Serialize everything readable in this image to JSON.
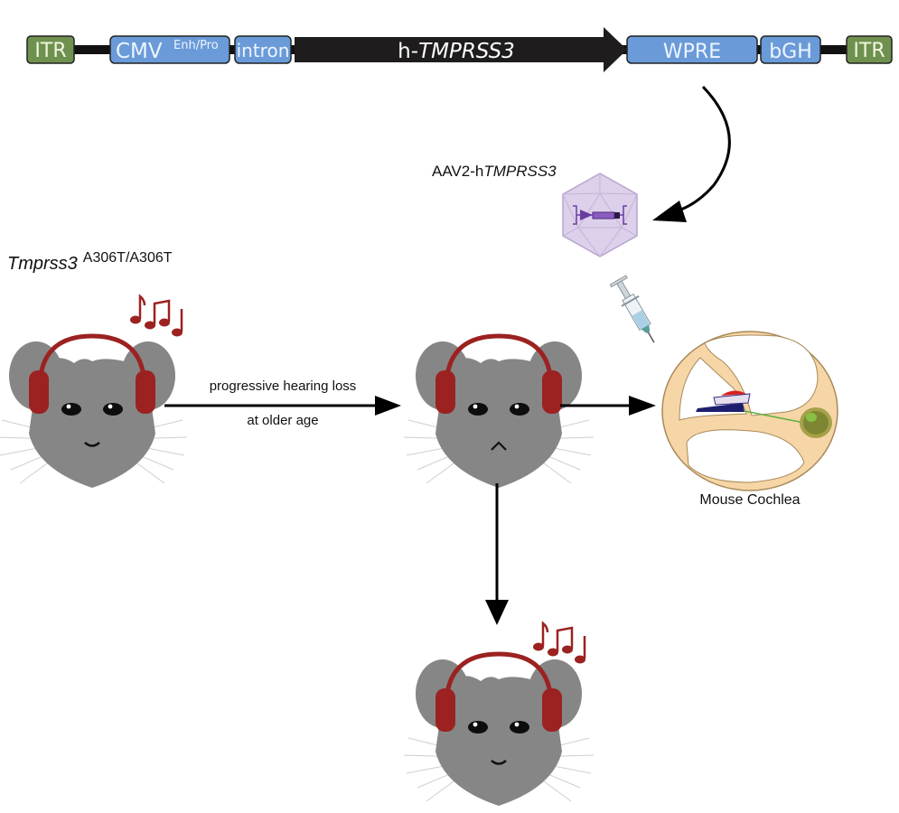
{
  "colors": {
    "itr": "#6f9150",
    "element": "#6a9bd8",
    "gene": "#1e1c1c",
    "mouse": "#868686",
    "headphones": "#9b2221",
    "notes": "#9b2221",
    "capsid": "#dcd0ea",
    "cochlea": "#f6d6a6",
    "arrow": "#000000"
  },
  "construct": {
    "left_itr": "ITR",
    "promoter": "CMV",
    "promoter_sup": "Enh/Pro",
    "intron": "intron",
    "gene_prefix": "h-",
    "gene_name": "TMPRSS3",
    "wpre": "WPRE",
    "polyA": "bGH",
    "right_itr": "ITR"
  },
  "vector": {
    "prefix": "AAV2-h",
    "gene": "TMPRSS3"
  },
  "genotype": {
    "gene": "Tmprss3",
    "allele": "A306T/A306T"
  },
  "transition": {
    "line1": "progressive hearing loss",
    "line2": "at older age"
  },
  "cochlea": {
    "label": "Mouse Cochlea"
  },
  "mice": [
    {
      "state": "hearing",
      "expression": "smile",
      "notes": true
    },
    {
      "state": "hearing-loss",
      "expression": "frown",
      "notes": false
    },
    {
      "state": "restored",
      "expression": "smile",
      "notes": true
    }
  ]
}
